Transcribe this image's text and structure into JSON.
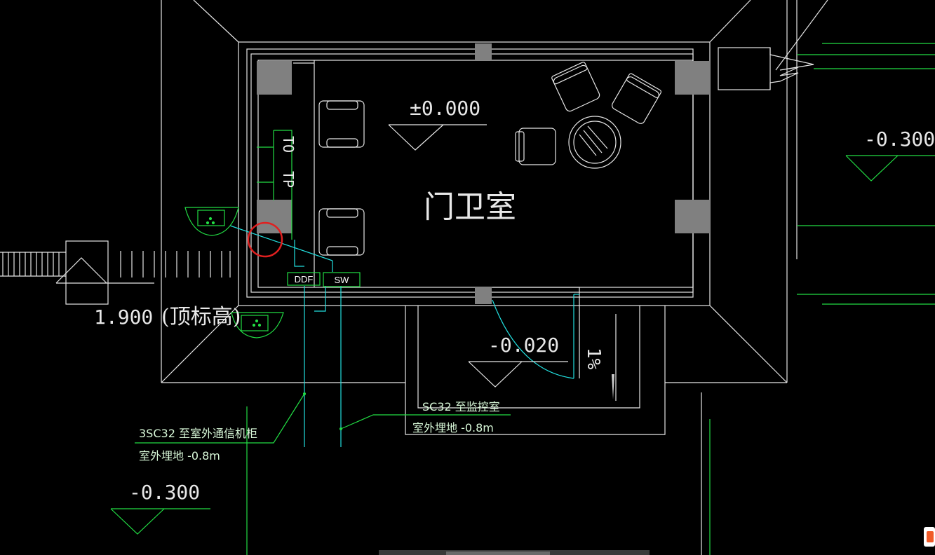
{
  "room_name": "门卫室",
  "elevations": {
    "room_floor": "±0.000",
    "right_ground": "-0.300",
    "left_ground": "-0.300",
    "entrance": "-0.020",
    "roof_top": "1.900",
    "roof_top_note": "(顶标高)",
    "slope": "1%"
  },
  "wall_labels": {
    "to": "TO",
    "tp": "TP"
  },
  "equipment": {
    "ddf": "DDF",
    "sw": "SW"
  },
  "conduit_notes": {
    "left_line1": "3SC32  至室外通信机柜",
    "left_line2": "室外埋地  -0.8m",
    "right_line1": "SC32  至监控室",
    "right_line2": "室外埋地  -0.8m"
  },
  "colors": {
    "background": "#000000",
    "wall": "#e6e6e6",
    "column": "#808080",
    "cyan_cable": "#22e0e0",
    "green_annotation": "#22dd44",
    "highlight_circle": "#e02020"
  }
}
